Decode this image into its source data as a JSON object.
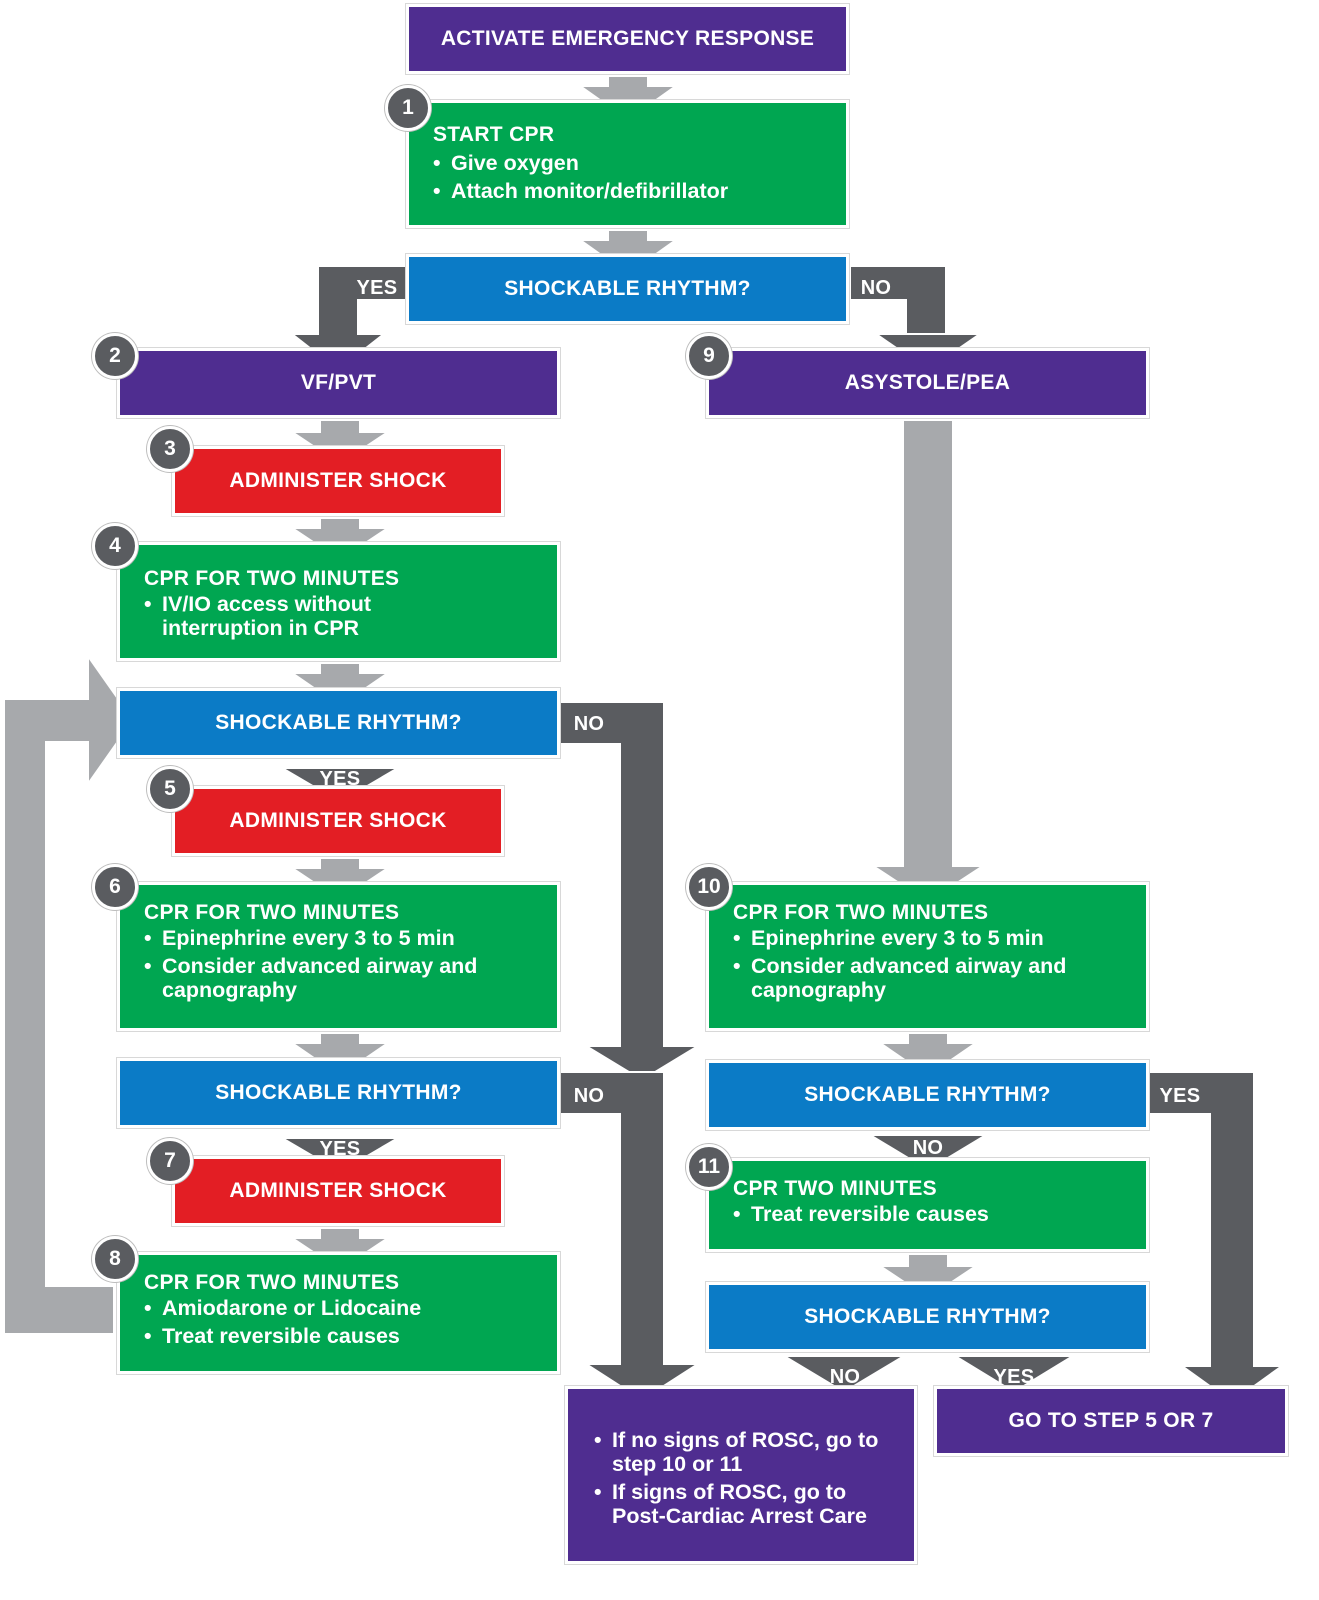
{
  "colors": {
    "purple": "#4f2d90",
    "green": "#00a651",
    "blue": "#0b7bc6",
    "red": "#e31e24",
    "arrow_light": "#a7a9ac",
    "arrow_dark": "#5a5c60"
  },
  "nodes": {
    "activate": {
      "text": "ACTIVATE EMERGENCY RESPONSE"
    },
    "step1": {
      "number": "1",
      "title": "START CPR",
      "items": [
        "Give oxygen",
        "Attach monitor/defibrillator"
      ]
    },
    "decision_top": {
      "text": "SHOCKABLE RHYTHM?"
    },
    "step2": {
      "number": "2",
      "text": "VF/PVT"
    },
    "step9": {
      "number": "9",
      "text": "ASYSTOLE/PEA"
    },
    "step3": {
      "number": "3",
      "text": "ADMINISTER SHOCK"
    },
    "step4": {
      "number": "4",
      "title": "CPR FOR TWO MINUTES",
      "items": [
        "IV/IO access without interruption in CPR"
      ]
    },
    "decision_left1": {
      "text": "SHOCKABLE RHYTHM?"
    },
    "step5": {
      "number": "5",
      "text": "ADMINISTER SHOCK"
    },
    "step6": {
      "number": "6",
      "title": "CPR FOR TWO MINUTES",
      "items": [
        "Epinephrine every 3 to 5 min",
        "Consider advanced airway and capnography"
      ]
    },
    "step10": {
      "number": "10",
      "title": "CPR FOR TWO MINUTES",
      "items": [
        "Epinephrine every 3 to 5 min",
        "Consider advanced airway and capnography"
      ]
    },
    "decision_left2": {
      "text": "SHOCKABLE RHYTHM?"
    },
    "decision_right1": {
      "text": "SHOCKABLE RHYTHM?"
    },
    "step7": {
      "number": "7",
      "text": "ADMINISTER SHOCK"
    },
    "step11": {
      "number": "11",
      "title": "CPR TWO MINUTES",
      "items": [
        "Treat reversible causes"
      ]
    },
    "step8": {
      "number": "8",
      "title": "CPR FOR TWO MINUTES",
      "items": [
        "Amiodarone or Lidocaine",
        "Treat reversible causes"
      ]
    },
    "decision_right2": {
      "text": "SHOCKABLE RHYTHM?"
    },
    "rosc": {
      "items": [
        "If no signs of ROSC, go to step 10 or 11",
        "If signs of ROSC, go to Post-Cardiac Arrest Care"
      ]
    },
    "goto": {
      "text": "GO TO STEP 5 OR 7"
    }
  },
  "edge_labels": {
    "top_yes": "YES",
    "top_no": "NO",
    "left1_yes": "YES",
    "left1_no": "NO",
    "left2_yes": "YES",
    "left2_no": "NO",
    "right1_yes": "YES",
    "right1_no": "NO",
    "right2_no": "NO",
    "right2_yes": "YES"
  }
}
